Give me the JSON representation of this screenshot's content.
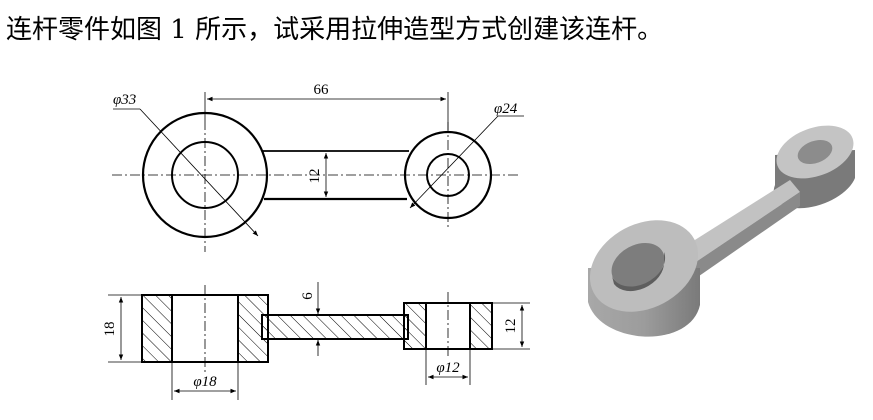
{
  "instruction": "连杆零件如图 1 所示，试采用拉伸造型方式创建该连杆。",
  "dims": {
    "big_dia": "φ33",
    "center_dist": "66",
    "small_dia": "φ24",
    "arm_width": "12",
    "height_left": "18",
    "bore_left": "φ18",
    "arm_thick": "6",
    "height_right": "12",
    "bore_right": "φ12"
  },
  "colors": {
    "line": "#000000",
    "render_light": "#c8c8c8",
    "render_mid": "#9a9a9a",
    "render_dark": "#6e6e6e"
  }
}
